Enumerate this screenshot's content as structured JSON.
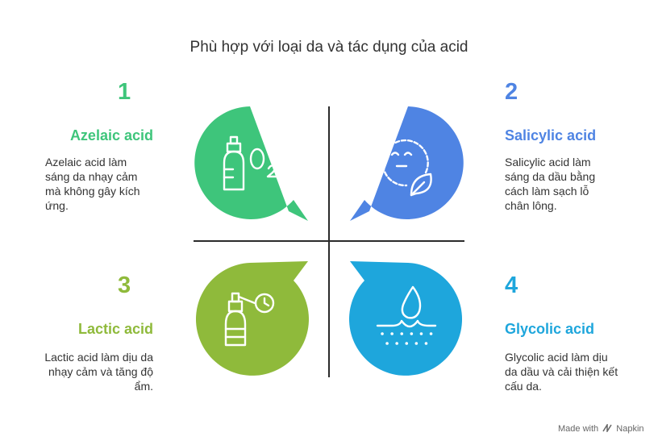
{
  "title": "Phù hợp với loại da và tác dụng của acid",
  "colors": {
    "green": "#3ec57b",
    "blue": "#4f84e3",
    "lime": "#8fba3b",
    "cyan": "#1ea6dc"
  },
  "items": [
    {
      "number": "1",
      "heading": "Azelaic acid",
      "description": "Azelaic acid làm sáng da nhạy cảm mà không gây kích ứng.",
      "icon": "bottle-oxygen-icon"
    },
    {
      "number": "2",
      "heading": "Salicylic acid",
      "description": "Salicylic acid làm sáng da dầu bằng cách làm sạch lỗ chân lông.",
      "icon": "face-leaf-icon"
    },
    {
      "number": "3",
      "heading": "Lactic acid",
      "description": "Lactic acid làm dịu da nhạy cảm và tăng độ ẩm.",
      "icon": "spray-bottle-clock-icon"
    },
    {
      "number": "4",
      "heading": "Glycolic acid",
      "description": "Glycolic acid làm dịu da dầu và cải thiện kết cấu da.",
      "icon": "skin-droplet-icon"
    }
  ],
  "footer": {
    "made_with": "Made with",
    "brand": "Napkin"
  }
}
